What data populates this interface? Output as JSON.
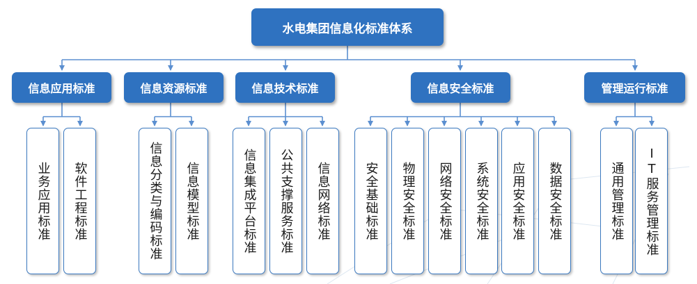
{
  "root": {
    "label": "水电集团信息化标准体系"
  },
  "categories": [
    {
      "label": "信息应用标准",
      "items": [
        "业务应用标准",
        "软件工程标准"
      ]
    },
    {
      "label": "信息资源标准",
      "items": [
        "信息分类与编码标准",
        "信息模型标准"
      ]
    },
    {
      "label": "信息技术标准",
      "items": [
        "信息集成平台标准",
        "公共支撑服务标准",
        "信息网络标准"
      ]
    },
    {
      "label": "信息安全标准",
      "items": [
        "安全基础标准",
        "物理安全标准",
        "网络安全标准",
        "系统安全标准",
        "应用安全标准",
        "数据安全标准"
      ]
    },
    {
      "label": "管理运行标准",
      "items": [
        "通用管理标准",
        "IT服务管理标准"
      ]
    }
  ],
  "colors": {
    "box_fill": "#2f72c0",
    "line": "#5b8fd0",
    "leaf_border": "#3a78bf"
  }
}
